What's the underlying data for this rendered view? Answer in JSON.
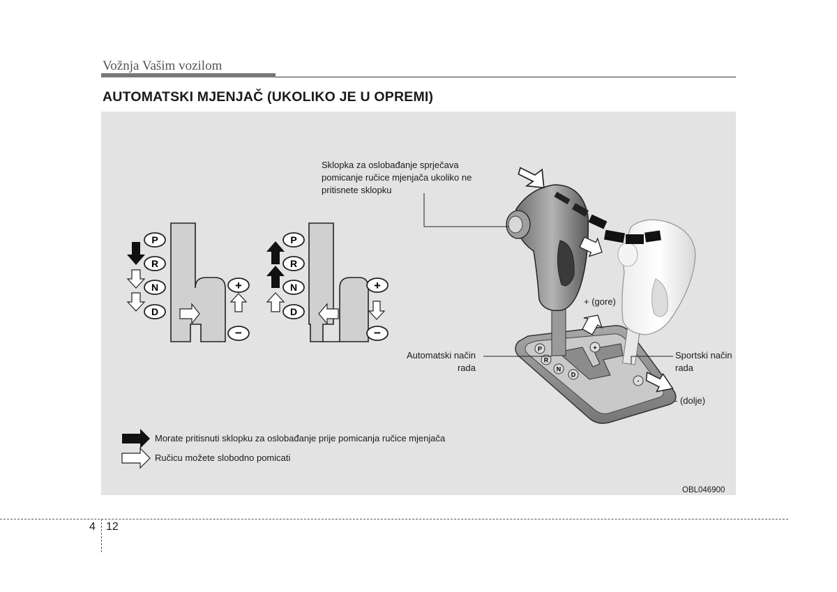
{
  "header": {
    "section_title": "Vožnja Vašim vozilom",
    "page_heading": "AUTOMATSKI MJENJAČ (UKOLIKO JE U OPREMI)"
  },
  "figure": {
    "gates": {
      "positions": [
        "P",
        "R",
        "N",
        "D"
      ],
      "plus": "+",
      "minus": "−"
    },
    "labels": {
      "release_button": [
        "Sklopka za oslobađanje sprječava",
        "pomicanje ručice mjenjača ukoliko ne",
        "pritisnete sklopku"
      ],
      "up": "+ (gore)",
      "automatic_mode": [
        "Automatski način",
        "rada"
      ],
      "sport_mode": [
        "Sportski način",
        "rada"
      ],
      "down": "- (dolje)"
    },
    "legend": [
      {
        "label": "Morate pritisnuti sklopku za oslobađanje prije pomicanja ručice mjenjača",
        "style": "filled"
      },
      {
        "label": "Ručicu možete slobodno pomicati",
        "style": "outline"
      }
    ],
    "code": "OBL046900"
  },
  "footer": {
    "chapter": "4",
    "page": "12"
  }
}
